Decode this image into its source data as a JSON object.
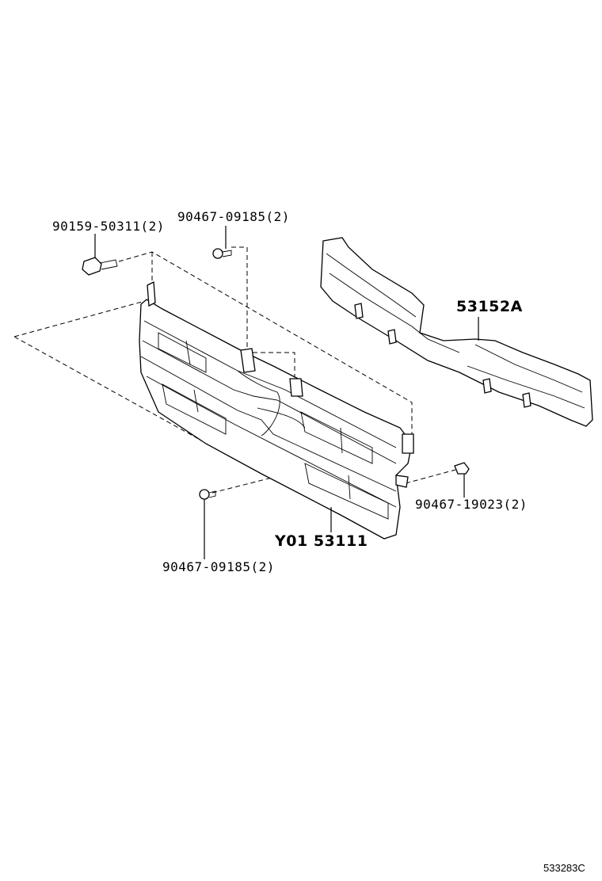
{
  "labels": {
    "bolt_top_left": "90159-50311(2)",
    "clip_top": "90467-09185(2)",
    "retainer_right": "53152A",
    "clip_right": "90467-19023(2)",
    "grille_main": "Y01 53111",
    "clip_bottom": "90467-09185(2)",
    "figure_ref": "533283C"
  },
  "colors": {
    "line": "#000000",
    "background": "#ffffff"
  }
}
